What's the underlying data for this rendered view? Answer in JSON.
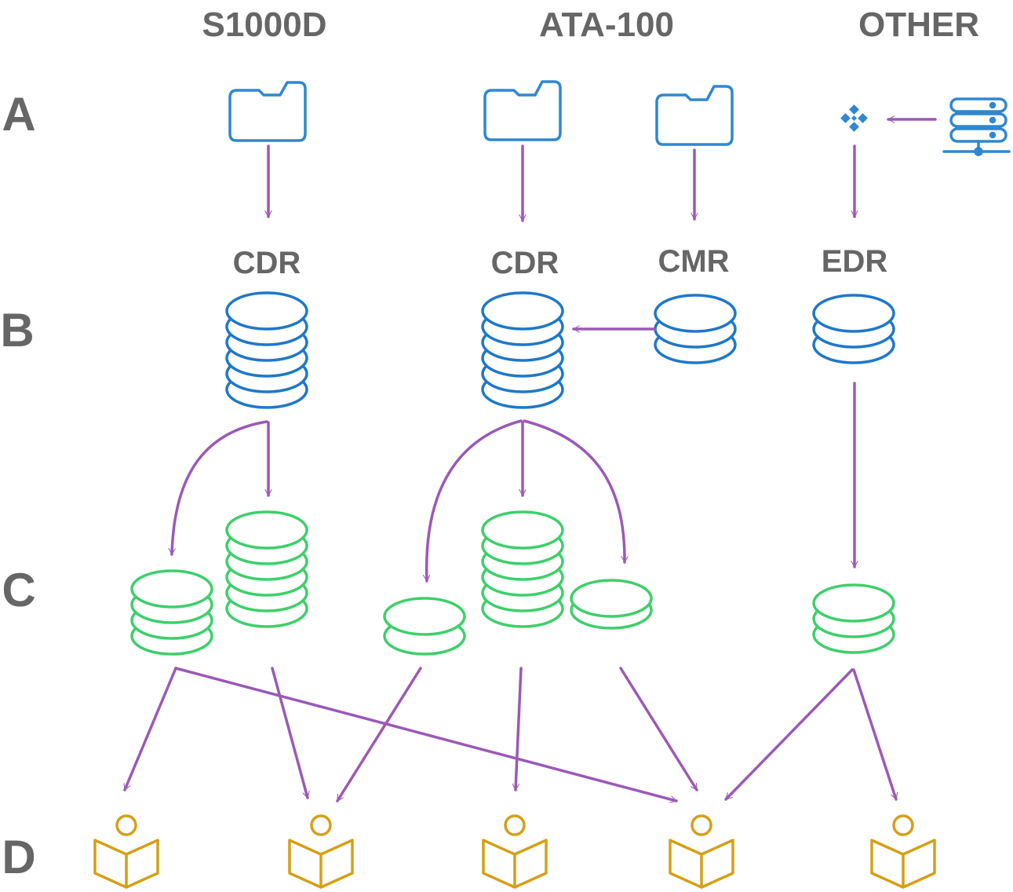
{
  "colors": {
    "arrow": "#9b59b6",
    "source": "#2f87d0",
    "database": "#1f78c8",
    "derived": "#3ecf6b",
    "reader": "#d4a017",
    "label": "#666666"
  },
  "columns": {
    "s1000d": "S1000D",
    "ata100": "ATA-100",
    "other": "OTHER"
  },
  "rows": {
    "a": "A",
    "b": "B",
    "c": "C",
    "d": "D"
  },
  "databases": {
    "s1000d_cdr": "CDR",
    "ata_cdr": "CDR",
    "ata_cmr": "CMR",
    "other_edr": "EDR"
  },
  "icons": {
    "folder": "folder-icon",
    "server": "server-icon",
    "converter": "converter-icon",
    "database": "database-icon",
    "reader": "reader-icon"
  }
}
